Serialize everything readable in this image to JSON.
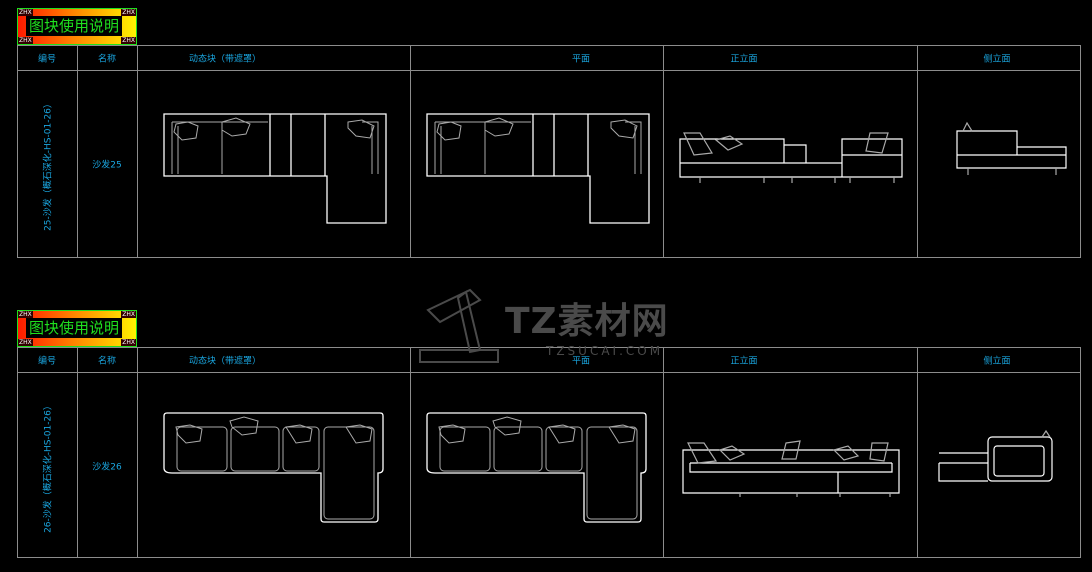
{
  "badge": {
    "title": "图块使用说明",
    "corner_tag": "ZHX"
  },
  "headers": [
    "编号",
    "名称",
    "动态块（带遮罩）",
    "平面",
    "正立面",
    "侧立面"
  ],
  "rows": [
    {
      "code": "25-沙发（概石深化-HS-01-26）",
      "name": "沙发25"
    },
    {
      "code": "26-沙发（概石深化-HS-01-26）",
      "name": "沙发26"
    }
  ],
  "watermark": {
    "brand": "TZ素材网",
    "domain": "TZSUCAI.COM"
  },
  "colors": {
    "background": "#000000",
    "grid": "#8c8c8c",
    "text": "#1aa6e0",
    "badge_border": "#1fe01f"
  }
}
